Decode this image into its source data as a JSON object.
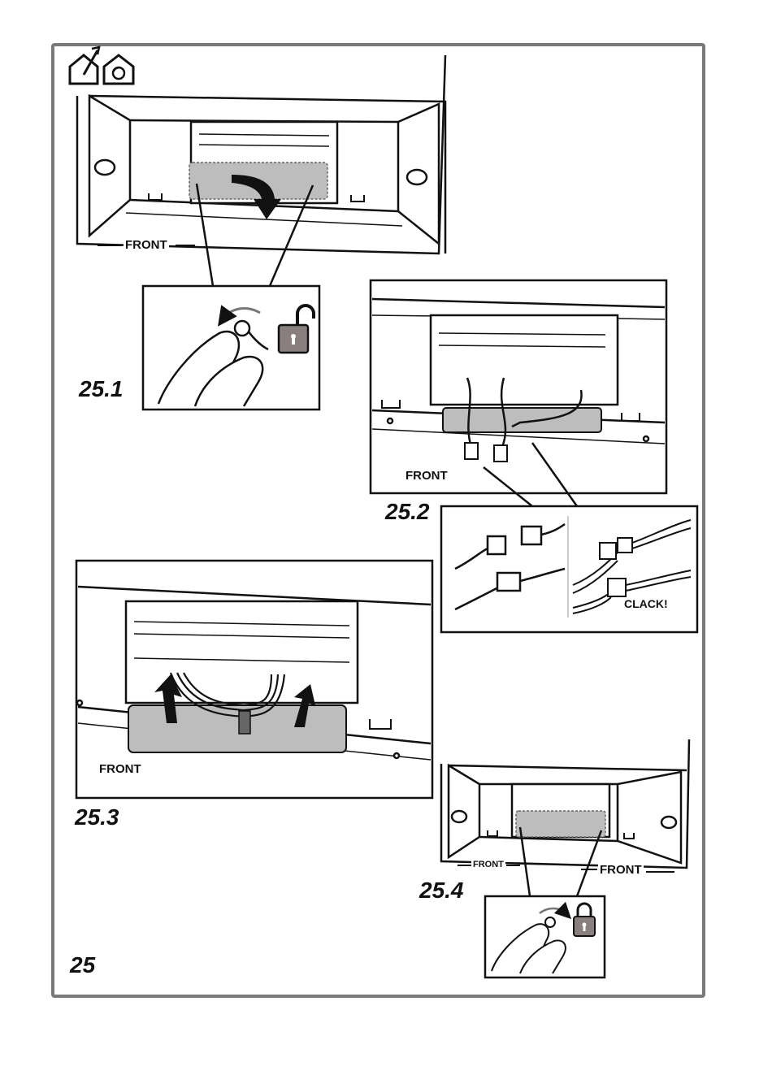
{
  "page": {
    "figure_number": "25"
  },
  "header_icons": [
    {
      "name": "house-exhaust-icon"
    },
    {
      "name": "house-recirculation-icon"
    }
  ],
  "steps": [
    {
      "id": "25.1",
      "label": "25.1",
      "front_label": "FRONT",
      "action_icon": "unlock-padlock-icon"
    },
    {
      "id": "25.2",
      "label": "25.2",
      "front_label": "FRONT",
      "clack_label": "CLACK!"
    },
    {
      "id": "25.3",
      "label": "25.3",
      "front_label": "FRONT"
    },
    {
      "id": "25.4",
      "label": "25.4",
      "front_label_left": "FRONT",
      "front_label_right": "FRONT",
      "action_icon": "lock-padlock-icon"
    }
  ],
  "colors": {
    "border": "#7a7a7a",
    "panel_fill": "#bdbdbd",
    "padlock_fill": "#8a7f7f",
    "line": "#111111"
  }
}
